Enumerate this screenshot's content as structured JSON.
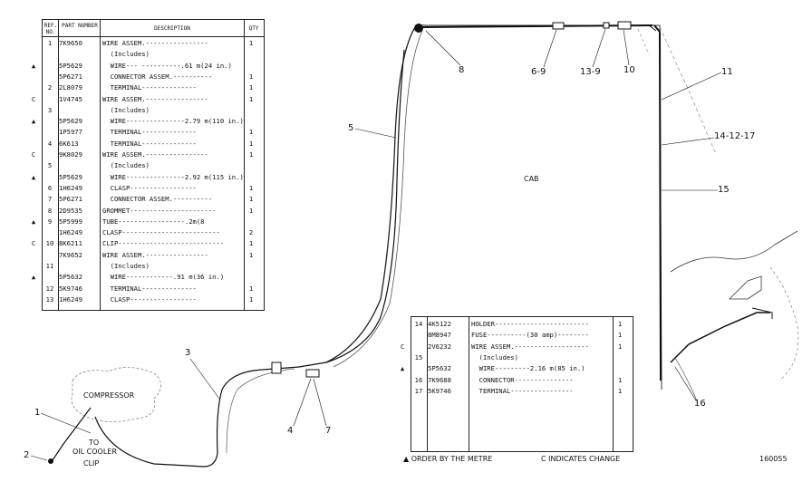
{
  "table1": {
    "headers": {
      "ref": "REF. NO.",
      "part": "PART NUMBER",
      "desc": "DESCRIPTION",
      "qty": "QTY"
    },
    "rows": [
      {
        "mark": "",
        "ref": "1",
        "part": "7K9650",
        "desc": "WIRE ASSEM.----------------",
        "qty": "1"
      },
      {
        "mark": "",
        "ref": "",
        "part": "",
        "desc": "  (Includes)",
        "qty": ""
      },
      {
        "mark": "▲",
        "ref": "",
        "part": "5P5629",
        "desc": "  WIRE--- ----------.61 m(24 in.)",
        "qty": ""
      },
      {
        "mark": "",
        "ref": "",
        "part": "5P6271",
        "desc": "  CONNECTOR ASSEM.----------",
        "qty": "1"
      },
      {
        "mark": "",
        "ref": "2",
        "part": "2L8079",
        "desc": "  TERMINAL--------------",
        "qty": "1"
      },
      {
        "mark": "C",
        "ref": "",
        "part": "1V4745",
        "desc": "WIRE ASSEM.----------------",
        "qty": "1"
      },
      {
        "mark": "",
        "ref": "3",
        "part": "",
        "desc": "  (Includes)",
        "qty": ""
      },
      {
        "mark": "▲",
        "ref": "",
        "part": "5P5629",
        "desc": "  WIRE---------------2.79 m(110 in.)",
        "qty": ""
      },
      {
        "mark": "",
        "ref": "",
        "part": "1P5977",
        "desc": "  TERMINAL--------------",
        "qty": "1"
      },
      {
        "mark": "",
        "ref": "4",
        "part": "6K613",
        "desc": "  TERMINAL--------------",
        "qty": "1"
      },
      {
        "mark": "C",
        "ref": "",
        "part": "9K8029",
        "desc": "WIRE ASSEM.----------------",
        "qty": "1"
      },
      {
        "mark": "",
        "ref": "5",
        "part": "",
        "desc": "  (Includes)",
        "qty": ""
      },
      {
        "mark": "▲",
        "ref": "",
        "part": "5P5629",
        "desc": "  WIRE---------------2.92 m(115 in.)",
        "qty": ""
      },
      {
        "mark": "",
        "ref": "6",
        "part": "1H6249",
        "desc": "  CLASP-----------------",
        "qty": "1"
      },
      {
        "mark": "",
        "ref": "7",
        "part": "5P6271",
        "desc": "  CONNECTOR ASSEM.----------",
        "qty": "1"
      },
      {
        "mark": "",
        "ref": "8",
        "part": "2D9535",
        "desc": "GROMMET----------------------",
        "qty": "1"
      },
      {
        "mark": "▲",
        "ref": "9",
        "part": "5P5999",
        "desc": "TUBE-----------------.2m(8",
        "qty": ""
      },
      {
        "mark": "",
        "ref": "",
        "part": "1H6249",
        "desc": "CLASP-------------------------",
        "qty": "2"
      },
      {
        "mark": "C",
        "ref": "10",
        "part": "8K6211",
        "desc": "CLIP---------------------------",
        "qty": "1"
      },
      {
        "mark": "",
        "ref": "",
        "part": "7K9652",
        "desc": "WIRE ASSEM.----------------",
        "qty": "1"
      },
      {
        "mark": "",
        "ref": "11",
        "part": "",
        "desc": "  (Includes)",
        "qty": ""
      },
      {
        "mark": "▲",
        "ref": "",
        "part": "5P5632",
        "desc": "  WIRE------------.91 m(36 in.)",
        "qty": ""
      },
      {
        "mark": "",
        "ref": "12",
        "part": "5K9746",
        "desc": "  TERMINAL--------------",
        "qty": "1"
      },
      {
        "mark": "",
        "ref": "13",
        "part": "1H6249",
        "desc": "  CLASP-----------------",
        "qty": "1"
      }
    ]
  },
  "table2": {
    "rows": [
      {
        "mark": "",
        "ref": "14",
        "part": "4K5122",
        "desc": "HOLDER------------------------",
        "qty": "1"
      },
      {
        "mark": "",
        "ref": "",
        "part": "8M8947",
        "desc": "FUSE----------(30 amp)--------",
        "qty": "1"
      },
      {
        "mark": "C",
        "ref": "",
        "part": "2V6232",
        "desc": "WIRE ASSEM.-------------------",
        "qty": "1"
      },
      {
        "mark": "",
        "ref": "15",
        "part": "",
        "desc": "  (Includes)",
        "qty": ""
      },
      {
        "mark": "▲",
        "ref": "",
        "part": "5P5632",
        "desc": "  WIRE---------2.16 m(85 in.)",
        "qty": ""
      },
      {
        "mark": "",
        "ref": "16",
        "part": "7K9688",
        "desc": "  CONNECTOR---------------",
        "qty": "1"
      },
      {
        "mark": "",
        "ref": "17",
        "part": "5K9746",
        "desc": "  TERMINAL----------------",
        "qty": "1"
      }
    ]
  },
  "callouts": {
    "c1": "1",
    "c2": "2",
    "c3": "3",
    "c4": "4",
    "c5": "5",
    "c6_9": "6-9",
    "c7": "7",
    "c8": "8",
    "c10": "10",
    "c11": "11",
    "c13_9": "13-9",
    "c14_12_17": "14-12-17",
    "c15": "15",
    "c16": "16"
  },
  "labels": {
    "cab": "CAB",
    "compressor": "COMPRESSOR",
    "to": "TO",
    "oil_cooler": "OIL COOLER",
    "clip": "CLIP",
    "order_note": "▲ ORDER BY THE METRE",
    "change_note": "C INDICATES CHANGE",
    "figure_no": "160055"
  }
}
